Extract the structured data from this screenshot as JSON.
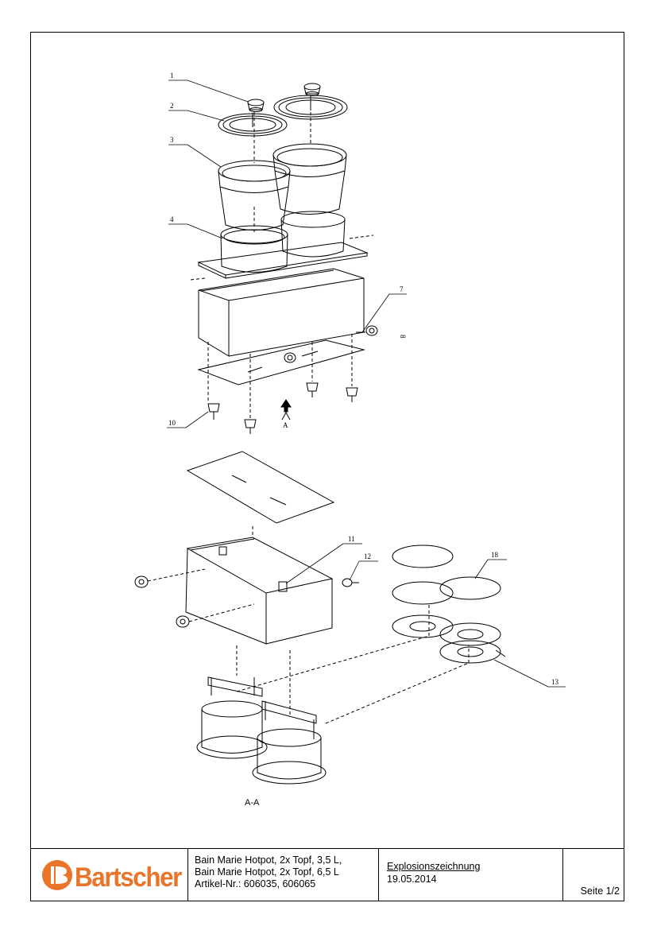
{
  "drawing": {
    "callouts": [
      "1",
      "2",
      "3",
      "4",
      "7",
      "8",
      "10",
      "11",
      "12",
      "13",
      "18"
    ],
    "view_arrow_label": "A",
    "section_label": "A-A"
  },
  "title_block": {
    "brand": "Bartscher",
    "brand_color": "#e8752a",
    "description_lines": [
      "Bain Marie Hotpot, 2x Topf, 3,5 L,",
      "Bain Marie Hotpot, 2x Topf, 6,5 L",
      "Artikel-Nr.: 606035, 606065"
    ],
    "document_type": "Explosionszeichnung",
    "date": "19.05.2014",
    "page": "Seite 1/2"
  }
}
